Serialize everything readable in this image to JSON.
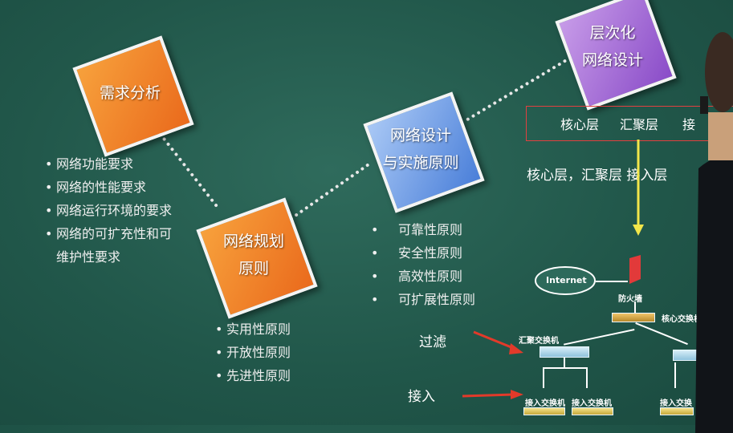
{
  "diamonds": {
    "requirements": "需求分析",
    "planning": "网络规划\n原则",
    "design": "网络设计\n与实施原则",
    "hierarchy": "层次化\n网络设计"
  },
  "lists": {
    "requirements": [
      "网络功能要求",
      "网络的性能要求",
      "网络运行环境的要求",
      "网络的可扩充性和可\n维护性要求"
    ],
    "planning": [
      "实用性原则",
      "开放性原则",
      "先进性原则"
    ],
    "design": [
      "可靠性原则",
      "安全性原则",
      "高效性原则",
      "可扩展性原则"
    ]
  },
  "layers_box": {
    "core": "核心层",
    "aggregation": "汇聚层",
    "access_partial": "接"
  },
  "layers_caption": "核心层，汇聚层 接入层",
  "annotations": {
    "filter": "过滤",
    "access": "接入"
  },
  "topology": {
    "internet": "Internet",
    "firewall": "防火墙",
    "core_switch": "核心交换机",
    "aggregation_switch": "汇聚交换机",
    "access_switch_1": "接入交换机",
    "access_switch_2": "接入交换机",
    "access_switch_3": "接入交换"
  },
  "colors": {
    "background": "#21574a",
    "orange": "#ea6a1c",
    "blue": "#4a7fd9",
    "purple": "#8a4cc8",
    "arrow_yellow": "#f2e64a",
    "arrow_red": "#e23a2a"
  }
}
